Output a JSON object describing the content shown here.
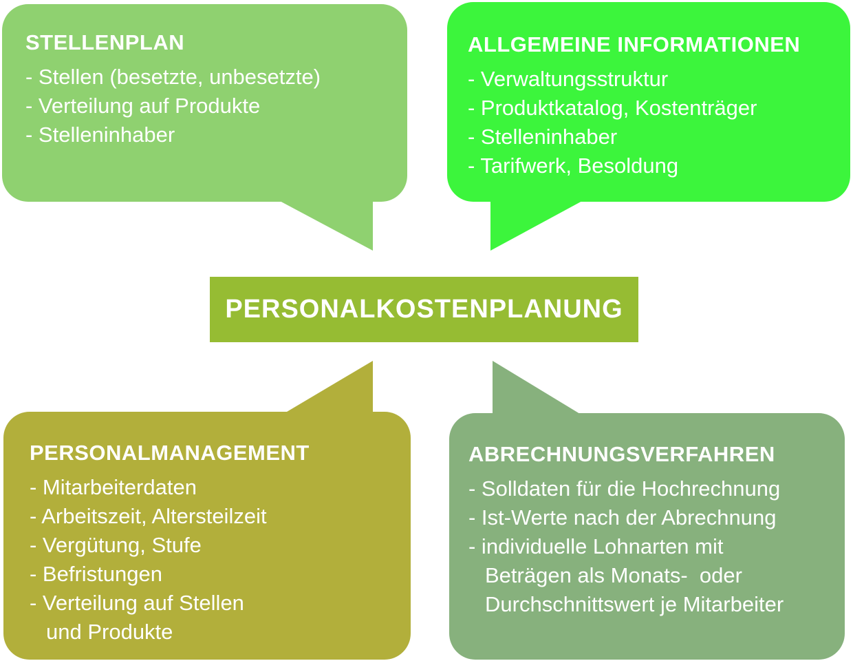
{
  "colors": {
    "background": "#ffffff",
    "text": "#ffffff",
    "stellenplan": "#8FD170",
    "allgemeine_informationen": "#3CF53C",
    "personalkostenplanung": "#96BC33",
    "personalmanagement": "#B2AF3B",
    "abrechnungsverfahren": "#87B17D"
  },
  "center": {
    "label": "PERSONALKOSTENPLANUNG"
  },
  "bubbles": {
    "stellenplan": {
      "title": "STELLENPLAN",
      "lines": [
        {
          "text": "- Stellen (besetzte, unbesetzte)",
          "cont": false
        },
        {
          "text": "- Verteilung auf Produkte",
          "cont": false
        },
        {
          "text": "- Stelleninhaber",
          "cont": false
        }
      ]
    },
    "allgemeine_informationen": {
      "title": "ALLGEMEINE INFORMATIONEN",
      "lines": [
        {
          "text": "- Verwaltungsstruktur",
          "cont": false
        },
        {
          "text": "- Produktkatalog, Kostenträger",
          "cont": false
        },
        {
          "text": "- Stelleninhaber",
          "cont": false
        },
        {
          "text": "- Tarifwerk, Besoldung",
          "cont": false
        }
      ]
    },
    "personalmanagement": {
      "title": "PERSONALMANAGEMENT",
      "lines": [
        {
          "text": "- Mitarbeiterdaten",
          "cont": false
        },
        {
          "text": "- Arbeitszeit, Altersteilzeit",
          "cont": false
        },
        {
          "text": "- Vergütung, Stufe",
          "cont": false
        },
        {
          "text": "- Befristungen",
          "cont": false
        },
        {
          "text": "- Verteilung auf Stellen",
          "cont": false
        },
        {
          "text": "und Produkte",
          "cont": true
        }
      ]
    },
    "abrechnungsverfahren": {
      "title": "ABRECHNUNGSVERFAHREN",
      "lines": [
        {
          "text": "- Solldaten für die Hochrechnung",
          "cont": false
        },
        {
          "text": "- Ist-Werte nach der Abrechnung",
          "cont": false
        },
        {
          "text": "- individuelle Lohnarten mit",
          "cont": false
        },
        {
          "text": "Beträgen als Monats-  oder",
          "cont": true
        },
        {
          "text": "Durchschnittswert je Mitarbeiter",
          "cont": true
        }
      ]
    }
  }
}
